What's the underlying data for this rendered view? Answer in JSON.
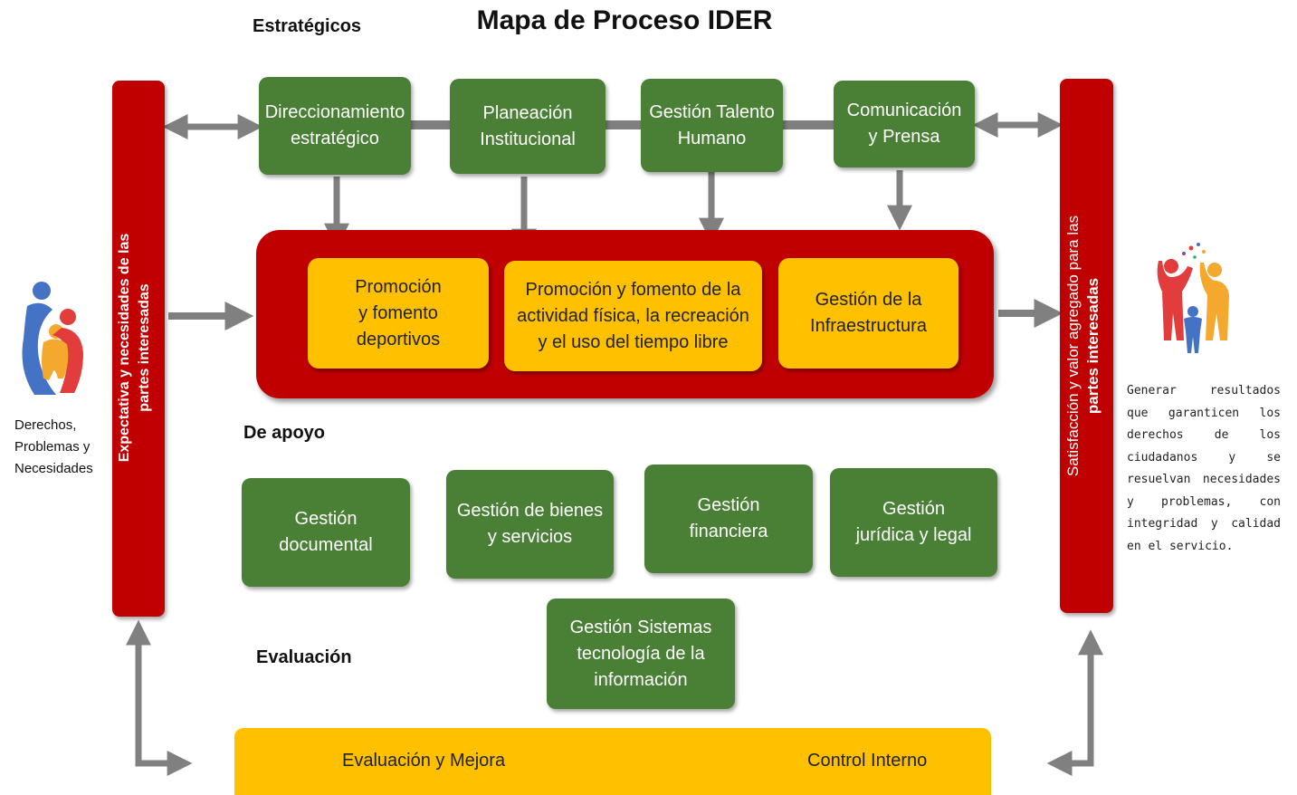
{
  "title": "Mapa de Proceso IDER",
  "sections": {
    "estrategicos": "Estratégicos",
    "apoyo": "De apoyo",
    "evaluacion": "Evaluación"
  },
  "left_bar": {
    "line1": "Expectativa y necesidades de las",
    "line2": "partes interesadas"
  },
  "right_bar": {
    "line1": "Satisfacción y valor agregado para las",
    "line2": "partes interesadas"
  },
  "left_caption": [
    "Derechos,",
    "Problemas y",
    "Necesidades"
  ],
  "right_caption": "Generar resultados que garanticen los derechos de los ciudadanos y se resuelvan necesidades y problemas, con integridad y calidad en el servicio.",
  "strategic": [
    {
      "l1": "Direccionamiento",
      "l2": "estratégico"
    },
    {
      "l1": "Planeación",
      "l2": "Institucional"
    },
    {
      "l1": "Gestión Talento",
      "l2": "Humano"
    },
    {
      "l1": "Comunicación",
      "l2": "y Prensa"
    }
  ],
  "missional": [
    {
      "l1": "Promoción",
      "l2": "y fomento",
      "l3": "deportivos"
    },
    {
      "l1": "Promoción y fomento de la",
      "l2": "actividad física, la recreación",
      "l3": "y el uso del tiempo libre"
    },
    {
      "l1": "Gestión de la",
      "l2": "Infraestructura",
      "l3": ""
    }
  ],
  "support": [
    {
      "l1": "Gestión",
      "l2": "documental"
    },
    {
      "l1": "Gestión de bienes",
      "l2": "y servicios"
    },
    {
      "l1": "Gestión",
      "l2": "financiera"
    },
    {
      "l1": "Gestión",
      "l2": "jurídica y legal"
    }
  ],
  "support_extra": {
    "l1": "Gestión Sistemas",
    "l2": "tecnología de la",
    "l3": "información"
  },
  "evaluation": {
    "left": "Evaluación y Mejora",
    "right": "Control Interno"
  },
  "colors": {
    "green": "#4a7f36",
    "red": "#c00000",
    "yellow": "#ffc000",
    "arrow_gray": "#7f7f7f"
  },
  "icons": [
    "family-people-icon",
    "celebrating-people-icon"
  ]
}
